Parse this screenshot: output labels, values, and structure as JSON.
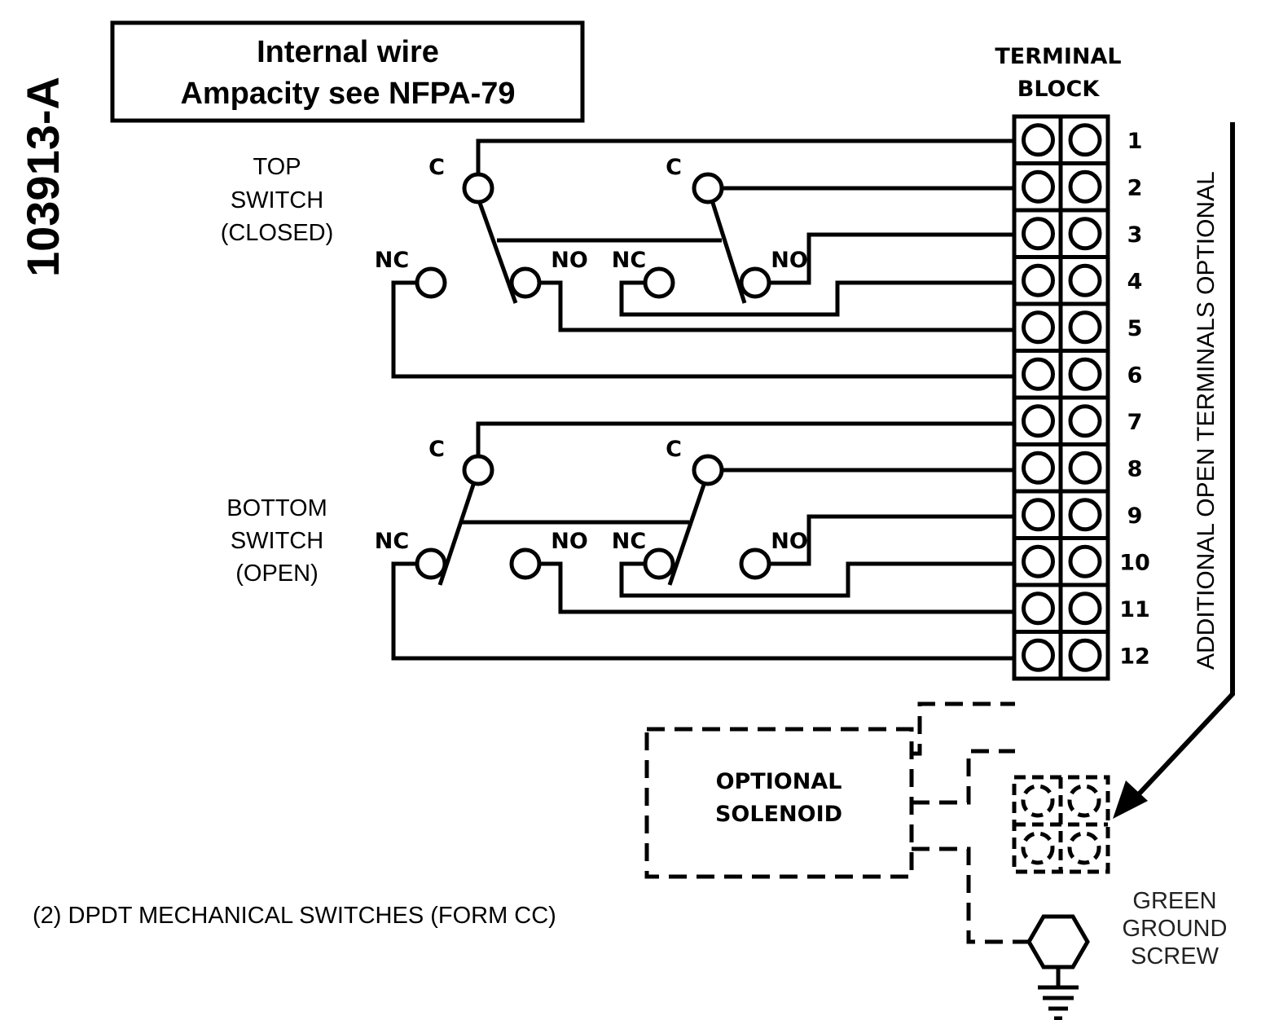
{
  "doc_id": "103913-A",
  "note_box": {
    "line1": "Internal wire",
    "line2": "Ampacity see NFPA-79"
  },
  "terminal_block": {
    "title_line1": "TERMINAL",
    "title_line2": "BLOCK",
    "numbers": [
      "1",
      "2",
      "3",
      "4",
      "5",
      "6",
      "7",
      "8",
      "9",
      "10",
      "11",
      "12"
    ]
  },
  "top_switch": {
    "label_line1": "TOP",
    "label_line2": "SWITCH",
    "label_line3": "(CLOSED)"
  },
  "bottom_switch": {
    "label_line1": "BOTTOM",
    "label_line2": "SWITCH",
    "label_line3": "(OPEN)"
  },
  "contact_labels": {
    "common": "C",
    "normally_closed": "NC",
    "normally_open": "NO"
  },
  "side_note": "ADDITIONAL OPEN TERMINALS OPTIONAL",
  "solenoid": {
    "line1": "OPTIONAL",
    "line2": "SOLENOID"
  },
  "ground": {
    "line1": "GREEN",
    "line2": "GROUND",
    "line3": "SCREW"
  },
  "footer_note": "(2) DPDT MECHANICAL SWITCHES (FORM CC)",
  "colors": {
    "ink": "#000000",
    "paper": "#ffffff",
    "caption": "#222222"
  }
}
